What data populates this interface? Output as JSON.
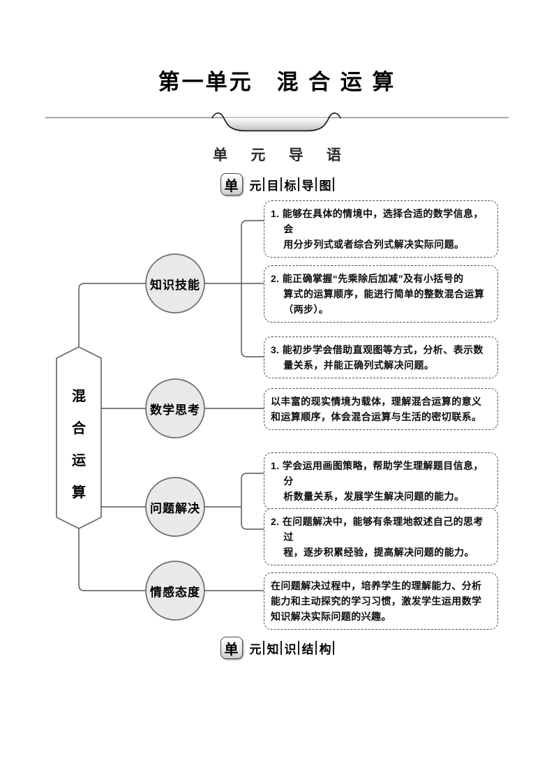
{
  "page": {
    "title": "第一单元　混 合 运 算",
    "banner": "单 元 导 语"
  },
  "sections": {
    "goals": {
      "badge": "单",
      "chars": [
        "元",
        "目",
        "标",
        "导",
        "图"
      ]
    },
    "structure": {
      "badge": "单",
      "chars": [
        "元",
        "知",
        "识",
        "结",
        "构"
      ]
    }
  },
  "diagram": {
    "root": {
      "label": "混合运算",
      "chars": [
        "混",
        "合",
        "运",
        "算"
      ]
    },
    "branches": [
      {
        "label": "知识技能",
        "items": [
          "1. 能够在具体的情境中，选择合适的数学信息，会\n用分步列式或者综合列式解决实际问题。",
          "2. 能正确掌握“先乘除后加减”及有小括号的\n算式的运算顺序，能进行简单的整数混合运算\n（两步）。",
          "3. 能初步学会借助直观图等方式，分析、表示数\n量关系，并能正确列式解决问题。"
        ]
      },
      {
        "label": "数学思考",
        "items": [
          "以丰富的现实情境为载体，理解混合运算的意义\n和运算顺序，体会混合运算与生活的密切联系。"
        ]
      },
      {
        "label": "问题解决",
        "items": [
          "1. 学会运用画图策略，帮助学生理解题目信息，分\n析数量关系，发展学生解决问题的能力。",
          "2. 在问题解决中，能够有条理地叙述自己的思考过\n程，逐步积累经验，提高解决问题的能力。"
        ]
      },
      {
        "label": "情感态度",
        "items": [
          "在问题解决过程中，培养学生的理解能力、分析\n能力和主动探究的学习习惯，激发学生运用数学\n知识解决实际问题的兴趣。"
        ]
      }
    ]
  },
  "colors": {
    "line": "#6b6b6b",
    "node_fill": "#e9e9e9",
    "tray_edge": "#1f1f1f",
    "divider": "#8a8a8a",
    "text": "#0d0d0d"
  }
}
